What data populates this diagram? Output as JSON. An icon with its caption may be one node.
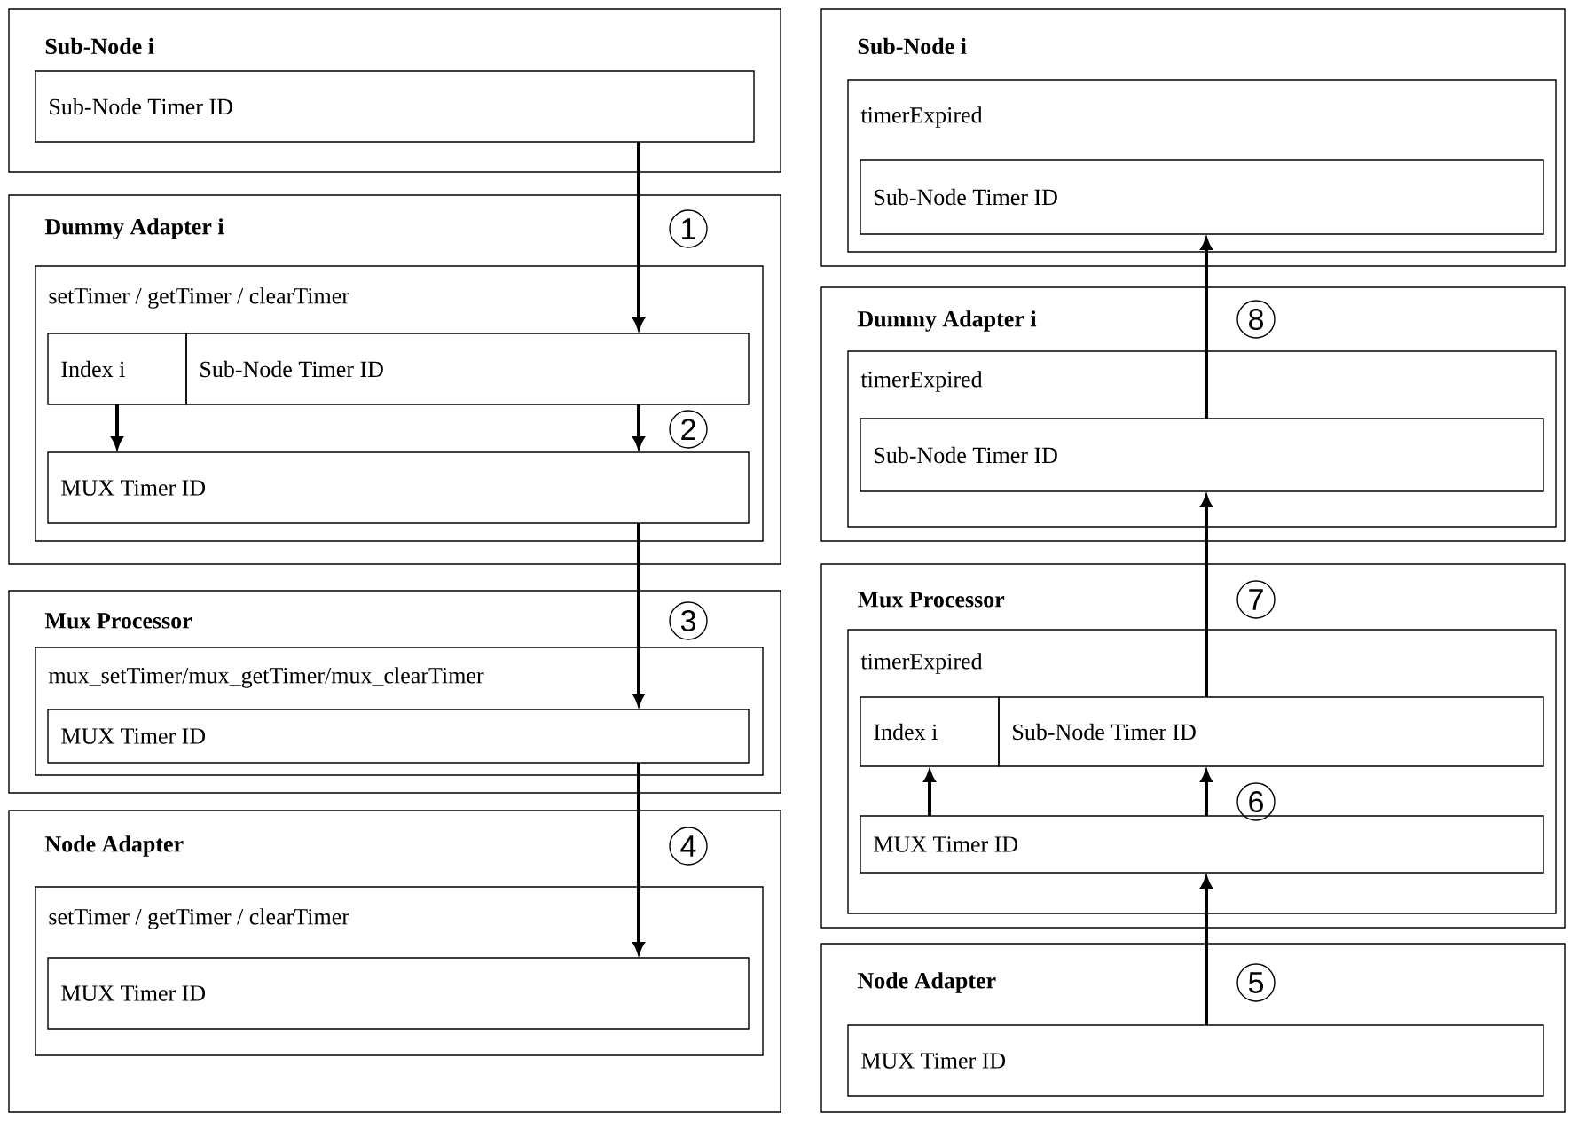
{
  "diagram": {
    "nodes": [
      {
        "text": [
          "Sub-Node i"
        ]
      },
      {
        "text": [
          "Sub-Node Timer ID"
        ],
        "in": 0
      },
      {
        "text": [
          "Dummy Adapter i"
        ]
      },
      {
        "text": [
          "setTimer / getTimer / clearTimer"
        ],
        "in": 2
      },
      {
        "text": [
          "Index i"
        ],
        "in": 3
      },
      {
        "text": [
          "Sub-Node Timer ID"
        ],
        "in": 3
      },
      {
        "text": [
          "MUX Timer ID"
        ],
        "in": 3
      },
      {
        "text": [
          "Mux Processor"
        ]
      },
      {
        "text": [
          "mux_setTimer/mux_getTimer/mux_clearTimer"
        ],
        "in": 7
      },
      {
        "text": [
          "MUX Timer ID"
        ],
        "in": 8
      },
      {
        "text": [
          "Node Adapter"
        ]
      },
      {
        "text": [
          "setTimer / getTimer / clearTimer"
        ],
        "in": 10
      },
      {
        "text": [
          "MUX Timer ID"
        ],
        "in": 11
      },
      {
        "text": [
          "Sub-Node i"
        ]
      },
      {
        "text": [
          "timerExpired"
        ],
        "in": 13
      },
      {
        "text": [
          "Sub-Node Timer ID"
        ],
        "in": 14
      },
      {
        "text": [
          "Dummy Adapter i"
        ]
      },
      {
        "text": [
          "timerExpired"
        ],
        "in": 16
      },
      {
        "text": [
          "Sub-Node Timer ID"
        ],
        "in": 17
      },
      {
        "text": [
          "Mux Processor"
        ]
      },
      {
        "text": [
          "timerExpired"
        ],
        "in": 19
      },
      {
        "text": [
          "Index i"
        ],
        "in": 20
      },
      {
        "text": [
          "Sub-Node Timer ID"
        ],
        "in": 20
      },
      {
        "text": [
          "MUX Timer ID"
        ],
        "in": 20
      },
      {
        "text": [
          "Node Adapter"
        ]
      },
      {
        "text": [
          "MUX Timer ID"
        ],
        "in": 24
      }
    ],
    "edges": [
      {
        "from": 1,
        "to": 5,
        "arrow": "to",
        "label": "1"
      },
      {
        "from": 5,
        "to": 6,
        "arrow": "to",
        "label": "2"
      },
      {
        "from": 4,
        "to": 6,
        "arrow": "to"
      },
      {
        "from": 6,
        "to": 9,
        "arrow": "to",
        "label": "3"
      },
      {
        "from": 9,
        "to": 12,
        "arrow": "to",
        "label": "4"
      },
      {
        "from": 25,
        "to": 23,
        "arrow": "to",
        "label": "5"
      },
      {
        "from": 23,
        "to": 22,
        "arrow": "to",
        "label": "6"
      },
      {
        "from": 23,
        "to": 21,
        "arrow": "to"
      },
      {
        "from": 22,
        "to": 18,
        "arrow": "to",
        "label": "7"
      },
      {
        "from": 18,
        "to": 15,
        "arrow": "to",
        "label": "8"
      }
    ]
  }
}
